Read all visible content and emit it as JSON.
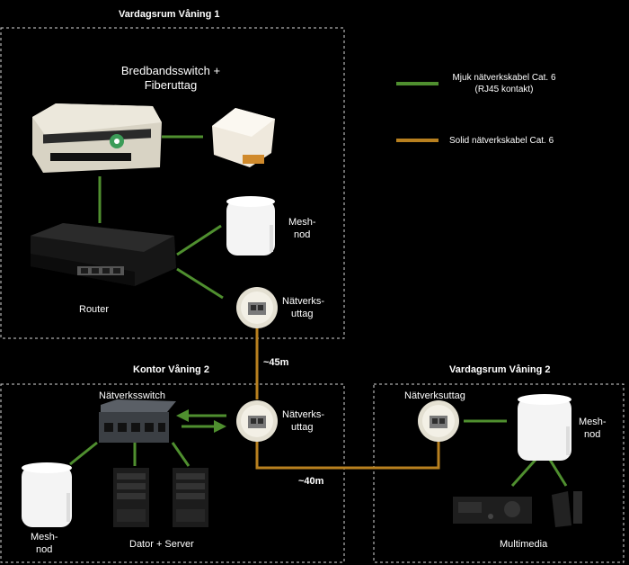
{
  "zones": {
    "floor1_living": "Vardagsrum Våning 1",
    "office2": "Kontor Våning 2",
    "living2": "Vardagsrum Våning 2"
  },
  "labels": {
    "broadband_switch_l1": "Bredbandsswitch +",
    "broadband_switch_l2": "Fiberuttag",
    "router": "Router",
    "mesh_top_l1": "Mesh-",
    "mesh_top_l2": "nod",
    "outlet_top_l1": "Nätverks-",
    "outlet_top_l2": "uttag",
    "switch": "Nätverksswitch",
    "outlet_mid_l1": "Nätverks-",
    "outlet_mid_l2": "uttag",
    "mesh_left_l1": "Mesh-",
    "mesh_left_l2": "nod",
    "computers": "Dator + Server",
    "outlet_right": "Nätverksuttag",
    "mesh_right_l1": "Mesh-",
    "mesh_right_l2": "nod",
    "multimedia": "Multimedia",
    "dist_45": "~45m",
    "dist_40": "~40m"
  },
  "legend": {
    "soft_l1": "Mjuk nätverkskabel Cat. 6",
    "soft_l2": "(RJ45 kontakt)",
    "solid": "Solid nätverkskabel Cat. 6"
  },
  "colors": {
    "soft_cable": "#4f8f2f",
    "solid_cable": "#b8801f",
    "zone_border": "#d8d8d8",
    "background": "#000000"
  }
}
